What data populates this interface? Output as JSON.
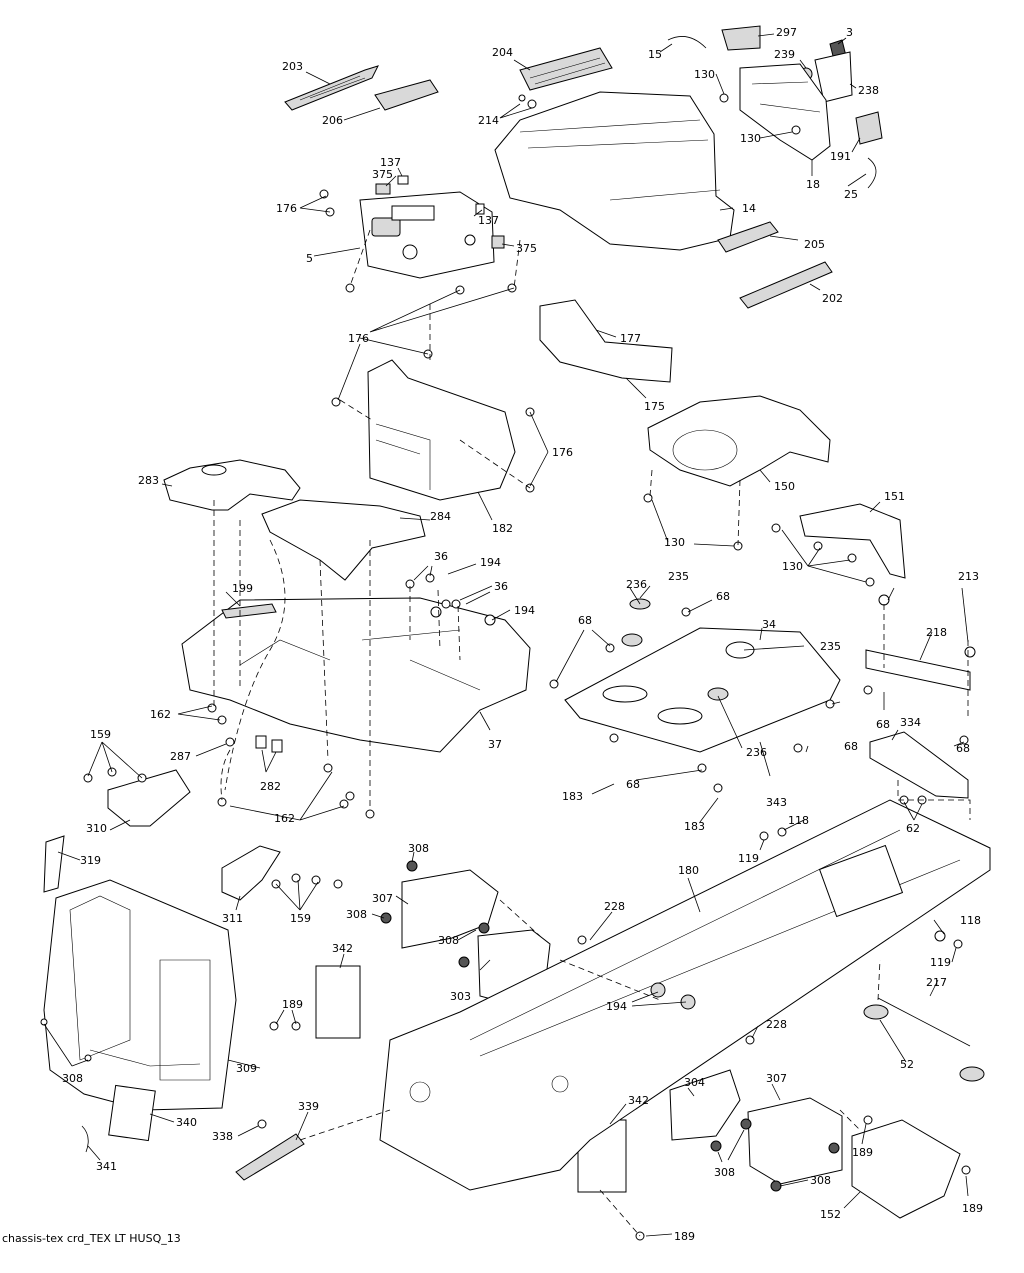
{
  "diagram": {
    "caption": "chassis-tex crd_TEX LT HUSQ_13",
    "labels": [
      "3",
      "5",
      "14",
      "15",
      "18",
      "25",
      "34",
      "36",
      "37",
      "52",
      "62",
      "68",
      "118",
      "119",
      "130",
      "137",
      "150",
      "151",
      "152",
      "159",
      "162",
      "175",
      "176",
      "177",
      "180",
      "182",
      "183",
      "189",
      "191",
      "194",
      "199",
      "202",
      "203",
      "204",
      "205",
      "206",
      "213",
      "214",
      "217",
      "218",
      "228",
      "235",
      "236",
      "238",
      "239",
      "282",
      "283",
      "284",
      "287",
      "297",
      "303",
      "304",
      "307",
      "308",
      "309",
      "310",
      "311",
      "319",
      "334",
      "338",
      "339",
      "340",
      "341",
      "342",
      "343",
      "375"
    ]
  }
}
